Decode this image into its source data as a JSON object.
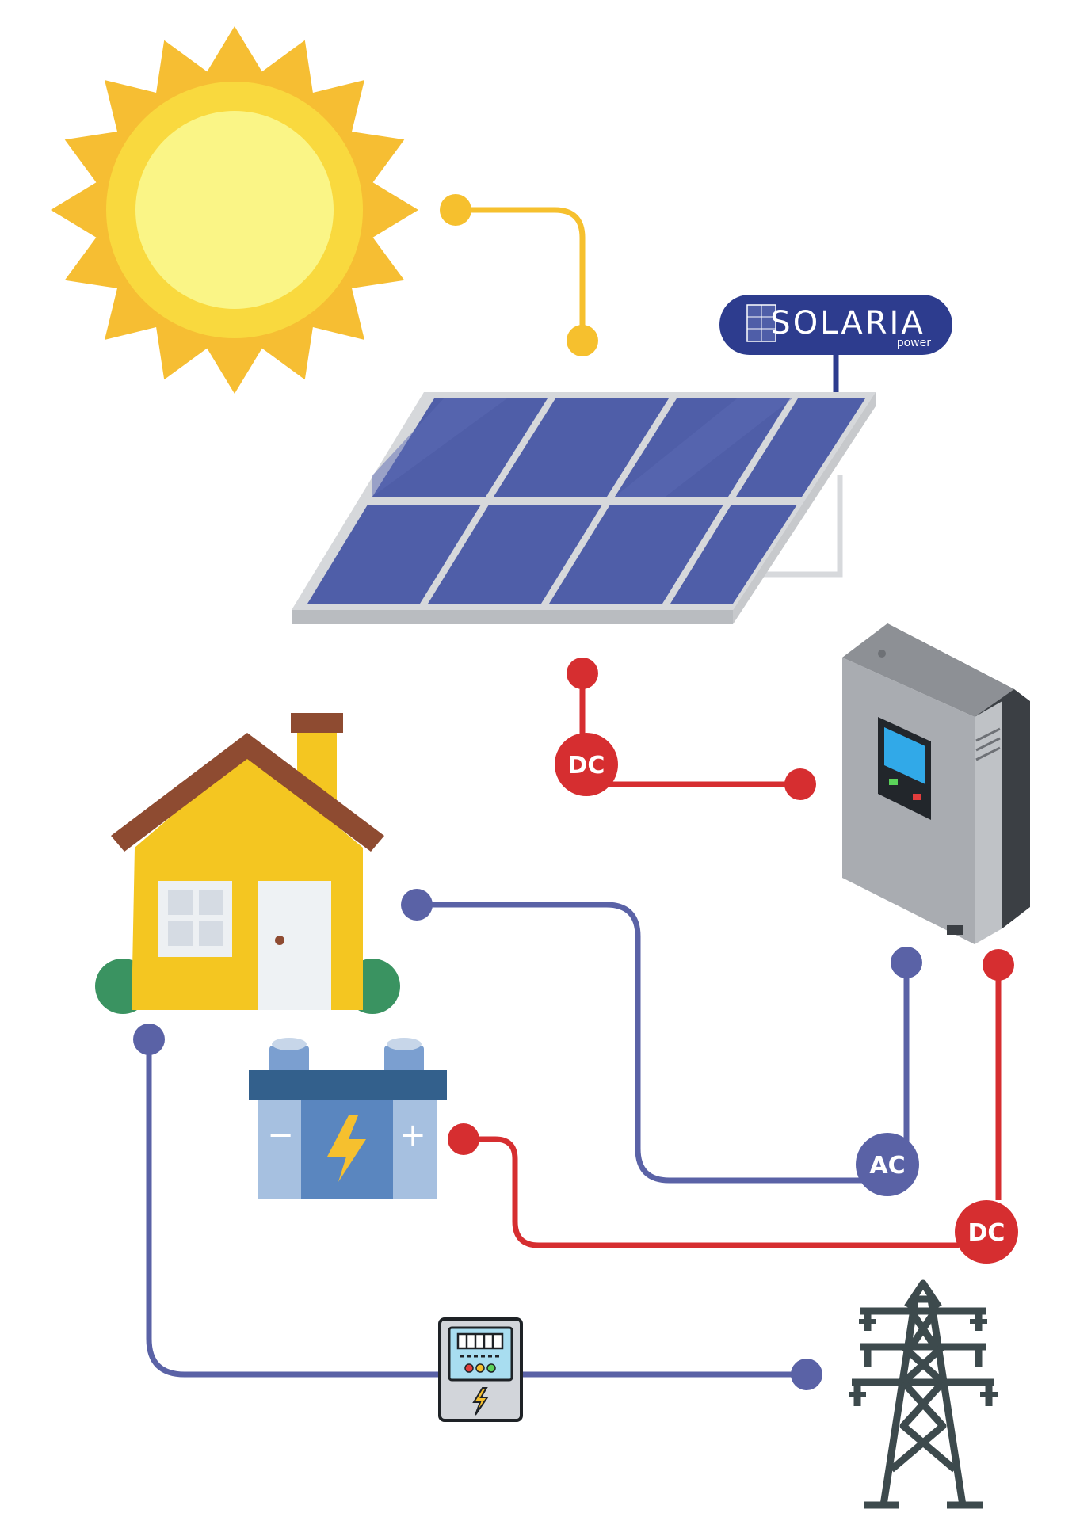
{
  "brand": {
    "name": "SOLARIA",
    "tagline": "power"
  },
  "labels": {
    "panel_to_inverter": "DC",
    "battery_to_inverter": "DC",
    "inverter_to_house": "AC"
  },
  "battery": {
    "minus": "−",
    "plus": "+"
  },
  "colors": {
    "sun_link": "#F6C02E",
    "dc_link": "#D62E30",
    "ac_link": "#5A62A6",
    "brand_badge": "#2D3C8E",
    "panel_cell": "#4F5EA8",
    "house_wall": "#F4C621",
    "roof": "#8E4B31"
  },
  "icons": [
    "sun-icon",
    "solar-panel-icon",
    "inverter-icon",
    "house-icon",
    "battery-icon",
    "electric-meter-icon",
    "power-tower-icon"
  ]
}
